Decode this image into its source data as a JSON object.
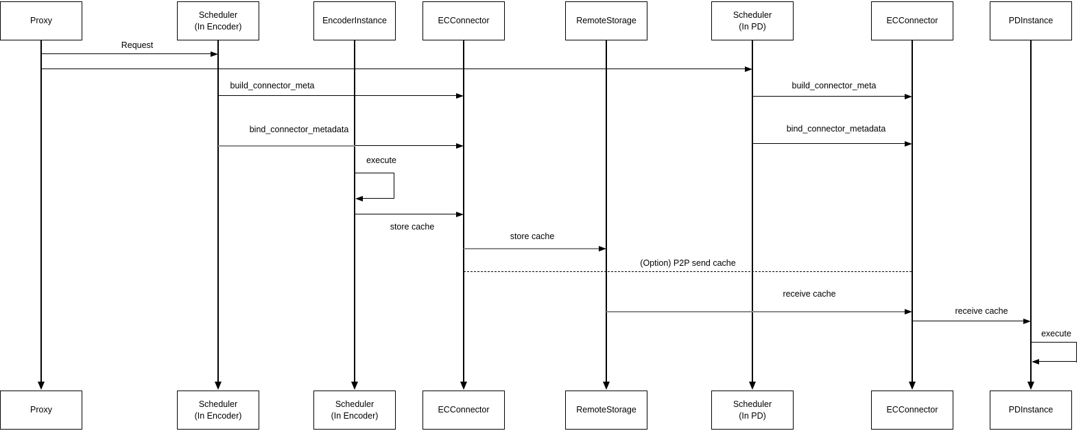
{
  "diagram": {
    "type": "sequence-diagram",
    "background": "#ffffff",
    "colors": {
      "line_black": "#000000",
      "line_gray": "#8a8a8a",
      "box_fill": "#ffffff",
      "box_border": "#000000",
      "text": "#000000"
    }
  },
  "participants": [
    {
      "top": "Proxy",
      "bottom": "Proxy"
    },
    {
      "top": "Scheduler\n(In Encoder)",
      "bottom": "Scheduler\n(In Encoder)"
    },
    {
      "top": "EncoderInstance",
      "bottom": "Scheduler\n(In Encoder)"
    },
    {
      "top": "ECConnector",
      "bottom": "ECConnector"
    },
    {
      "top": "RemoteStorage",
      "bottom": "RemoteStorage"
    },
    {
      "top": "Scheduler\n(In PD)",
      "bottom": "Scheduler\n(In PD)"
    },
    {
      "top": "ECConnector",
      "bottom": "ECConnector"
    },
    {
      "top": "PDInstance",
      "bottom": "PDInstance"
    }
  ],
  "messages": [
    {
      "label": "Request",
      "from": "Proxy",
      "to": "Scheduler (In Encoder)",
      "style": "solid black arrow"
    },
    {
      "label": "",
      "from": "Proxy",
      "to": "Scheduler (In PD)",
      "style": "solid black arrow"
    },
    {
      "label": "build_connector_meta",
      "from": "Scheduler (In Encoder)",
      "to": "ECConnector",
      "style": "solid black arrow"
    },
    {
      "label": "bind_connector_metadata",
      "from": "Scheduler (In Encoder)",
      "to": "ECConnector",
      "style": "solid arrow, gray then black segment"
    },
    {
      "label": "execute",
      "from": "EncoderInstance",
      "to": "EncoderInstance",
      "style": "self loop"
    },
    {
      "label": "store cache",
      "from": "EncoderInstance",
      "to": "ECConnector",
      "style": "solid black arrow, label below"
    },
    {
      "label": "store cache",
      "from": "ECConnector",
      "to": "RemoteStorage",
      "style": "solid gray arrow"
    },
    {
      "label": "(Option) P2P send cache",
      "from": "ECConnector",
      "to": "ECConnector (PD side)",
      "style": "dashed black line, no arrowhead"
    },
    {
      "label": "build_connector_meta",
      "from": "Scheduler (In PD)",
      "to": "ECConnector (PD side)",
      "style": "solid black arrow"
    },
    {
      "label": "bind_connector_metadata",
      "from": "Scheduler (In PD)",
      "to": "ECConnector (PD side)",
      "style": "solid black arrow"
    },
    {
      "label": "receive cache",
      "from": "RemoteStorage",
      "to": "ECConnector (PD side)",
      "style": "solid gray arrow"
    },
    {
      "label": "receive cache",
      "from": "ECConnector (PD side)",
      "to": "PDInstance",
      "style": "solid black arrow"
    },
    {
      "label": "execute",
      "from": "PDInstance",
      "to": "PDInstance",
      "style": "self loop"
    }
  ]
}
